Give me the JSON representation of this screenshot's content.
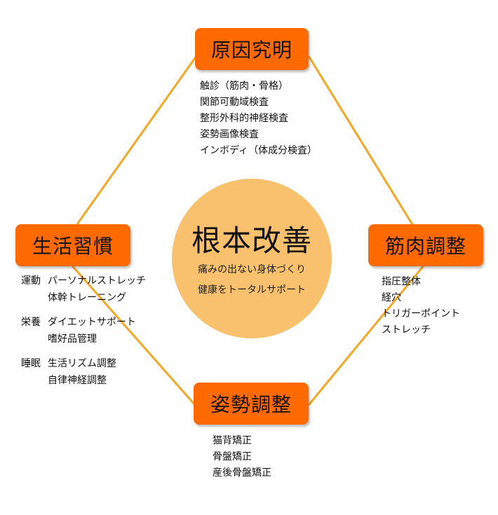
{
  "colors": {
    "accent": "#FF6A00",
    "line": "#F5A623",
    "center_fill": "#F9C06E",
    "text": "#111111"
  },
  "center": {
    "title": "根本改善",
    "lines": [
      "痛みの出ない身体づくり",
      "健康をトータルサポート"
    ]
  },
  "nodes": {
    "top": {
      "label": "原因究明",
      "items": [
        "触診（筋肉・骨格）",
        "関節可動域検査",
        "整形外科的神経検査",
        "姿勢画像検査",
        "インボディ（体成分検査）"
      ]
    },
    "right": {
      "label": "筋肉調整",
      "items": [
        "指圧整体",
        "経穴",
        "トリガーポイント",
        "ストレッチ"
      ]
    },
    "bottom": {
      "label": "姿勢調整",
      "items": [
        "猫背矯正",
        "骨盤矯正",
        "産後骨盤矯正"
      ]
    },
    "left": {
      "label": "生活習慣",
      "groups": [
        {
          "label": "運動",
          "items": [
            "パーソナルストレッチ",
            "体幹トレーニング"
          ]
        },
        {
          "label": "栄養",
          "items": [
            "ダイエットサポート",
            "嗜好品管理"
          ]
        },
        {
          "label": "睡眠",
          "items": [
            "生活リズム調整",
            "自律神経調整"
          ]
        }
      ]
    }
  }
}
